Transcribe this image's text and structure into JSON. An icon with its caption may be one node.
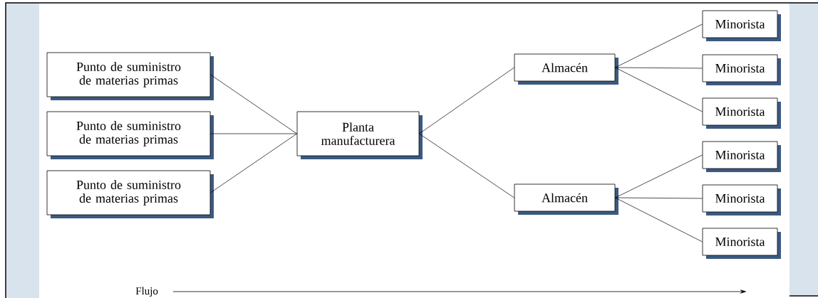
{
  "diagram": {
    "nodes": [
      {
        "text": [
          "Punto de suministro de materias primas"
        ]
      },
      {
        "text": [
          "Punto de suministro de materias primas"
        ]
      },
      {
        "text": [
          "Punto de suministro de materias primas"
        ]
      },
      {
        "text": [
          "Planta manufacturera"
        ]
      },
      {
        "text": [
          "Almacén"
        ]
      },
      {
        "text": [
          "Almacén"
        ]
      },
      {
        "text": [
          "Minorista"
        ]
      },
      {
        "text": [
          "Minorista"
        ]
      },
      {
        "text": [
          "Minorista"
        ]
      },
      {
        "text": [
          "Minorista"
        ]
      },
      {
        "text": [
          "Minorista"
        ]
      },
      {
        "text": [
          "Minorista"
        ]
      }
    ],
    "edges": [
      {
        "from": 0,
        "to": 3,
        "arrow": "none"
      },
      {
        "from": 1,
        "to": 3,
        "arrow": "none"
      },
      {
        "from": 2,
        "to": 3,
        "arrow": "none"
      },
      {
        "from": 3,
        "to": 4,
        "arrow": "none"
      },
      {
        "from": 3,
        "to": 5,
        "arrow": "none"
      },
      {
        "from": 4,
        "to": 6,
        "arrow": "none"
      },
      {
        "from": 4,
        "to": 7,
        "arrow": "none"
      },
      {
        "from": 4,
        "to": 8,
        "arrow": "none"
      },
      {
        "from": 5,
        "to": 9,
        "arrow": "none"
      },
      {
        "from": 5,
        "to": 10,
        "arrow": "none"
      },
      {
        "from": 5,
        "to": 11,
        "arrow": "none"
      }
    ],
    "labels": [
      "Flujo"
    ]
  }
}
